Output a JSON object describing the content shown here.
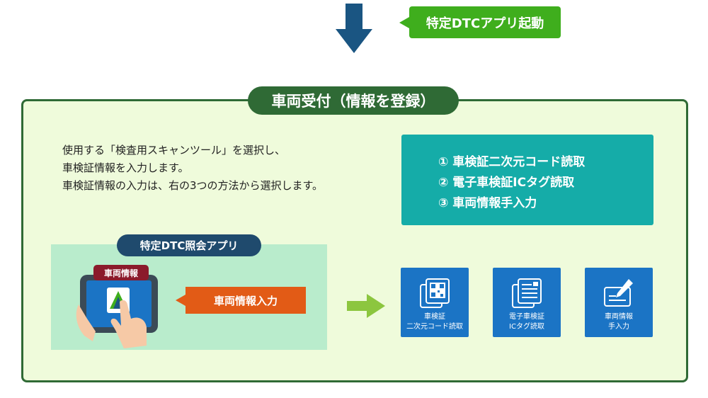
{
  "start": {
    "label": "特定DTCアプリ起動"
  },
  "main": {
    "title": "車両受付（情報を登録）",
    "description": [
      "使用する「検査用スキャンツール」を選択し、",
      "車検証情報を入力します。",
      "車検証情報の入力は、右の3つの方法から選択します。"
    ],
    "methods": [
      "① 車検証二次元コード読取",
      "② 電子車検証ICタグ読取",
      "③ 車両情報手入力"
    ]
  },
  "app": {
    "title": "特定DTC照会アプリ",
    "tag": "車両情報",
    "callout": "車両情報入力"
  },
  "cards": [
    {
      "line1": "車検証",
      "line2": "二次元コード読取",
      "icon": "qr-code-icon"
    },
    {
      "line1": "電子車検証",
      "line2": "ICタグ読取",
      "icon": "ic-tag-icon"
    },
    {
      "line1": "車両情報",
      "line2": "手入力",
      "icon": "manual-entry-icon"
    }
  ],
  "colors": {
    "dark_green": "#2f6a35",
    "light_green_bg": "#effbdb",
    "teal": "#15aca8",
    "card_blue": "#1b74c5",
    "callout_green": "#3fae1d",
    "callout_orange": "#e25b16",
    "navy": "#1f4a6d",
    "arrow_navy": "#1a5582"
  }
}
